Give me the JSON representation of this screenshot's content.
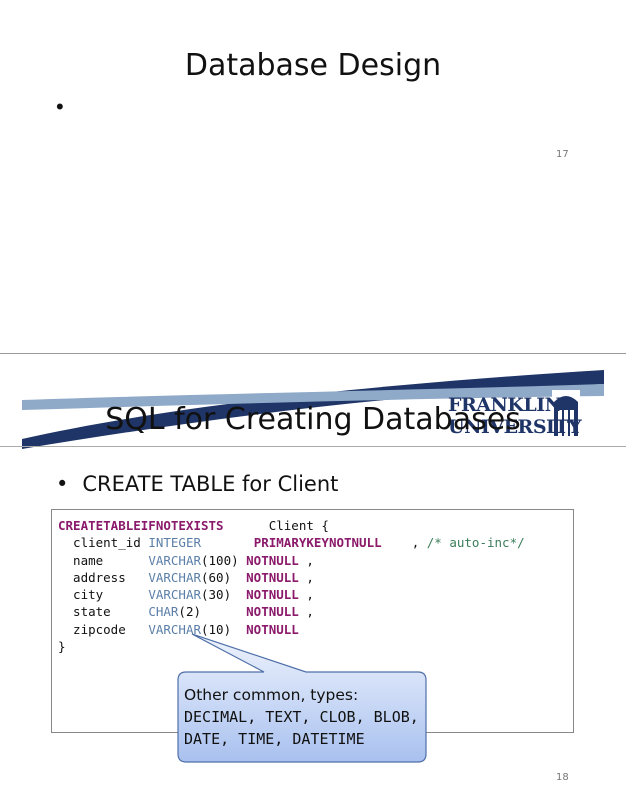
{
  "slide17": {
    "title": "Database Design",
    "bullet": "•",
    "page_number": "17"
  },
  "slide18": {
    "title": "SQL for Creating Databases",
    "logo": "FRANKLIN UNIVERSITY",
    "bullet_marker": "•",
    "bullet_text": "CREATE TABLE for Client",
    "page_number": "18",
    "code": {
      "line1": {
        "kw": "CREATETABLEIFNOTEXISTS",
        "rest": "      Client {"
      },
      "line2": {
        "field": "  client_id ",
        "type": "INTEGER",
        "pad": "       ",
        "kw": "PRIMARYKEYNOTNULL",
        "rest": "    , ",
        "comment": "/* auto-inc*/"
      },
      "line3": {
        "field": "  name      ",
        "type": "VARCHAR",
        "args": "(100) ",
        "kw": "NOTNULL",
        "rest": " ,"
      },
      "line4": {
        "field": "  address   ",
        "type": "VARCHAR",
        "args": "(60)  ",
        "kw": "NOTNULL",
        "rest": " ,"
      },
      "line5": {
        "field": "  city      ",
        "type": "VARCHAR",
        "args": "(30)  ",
        "kw": "NOTNULL",
        "rest": " ,"
      },
      "line6": {
        "field": "  state     ",
        "type": "CHAR",
        "args": "(2)      ",
        "kw": "NOTNULL",
        "rest": " ,"
      },
      "line7": {
        "field": "  zipcode   ",
        "type": "VARCHAR",
        "args": "(10)  ",
        "kw": "NOTNULL",
        "rest": ""
      },
      "line8": "}"
    },
    "callout": {
      "line1": "Other common, types:",
      "line2": "DECIMAL, TEXT, CLOB, BLOB,",
      "line3": "DATE, TIME, DATETIME"
    }
  },
  "colors": {
    "keyword": "#8b1a6b",
    "type": "#5b7fa8",
    "comment": "#3a7d5a",
    "band_navy": "#1f3567",
    "band_light": "#8fa9c8"
  }
}
